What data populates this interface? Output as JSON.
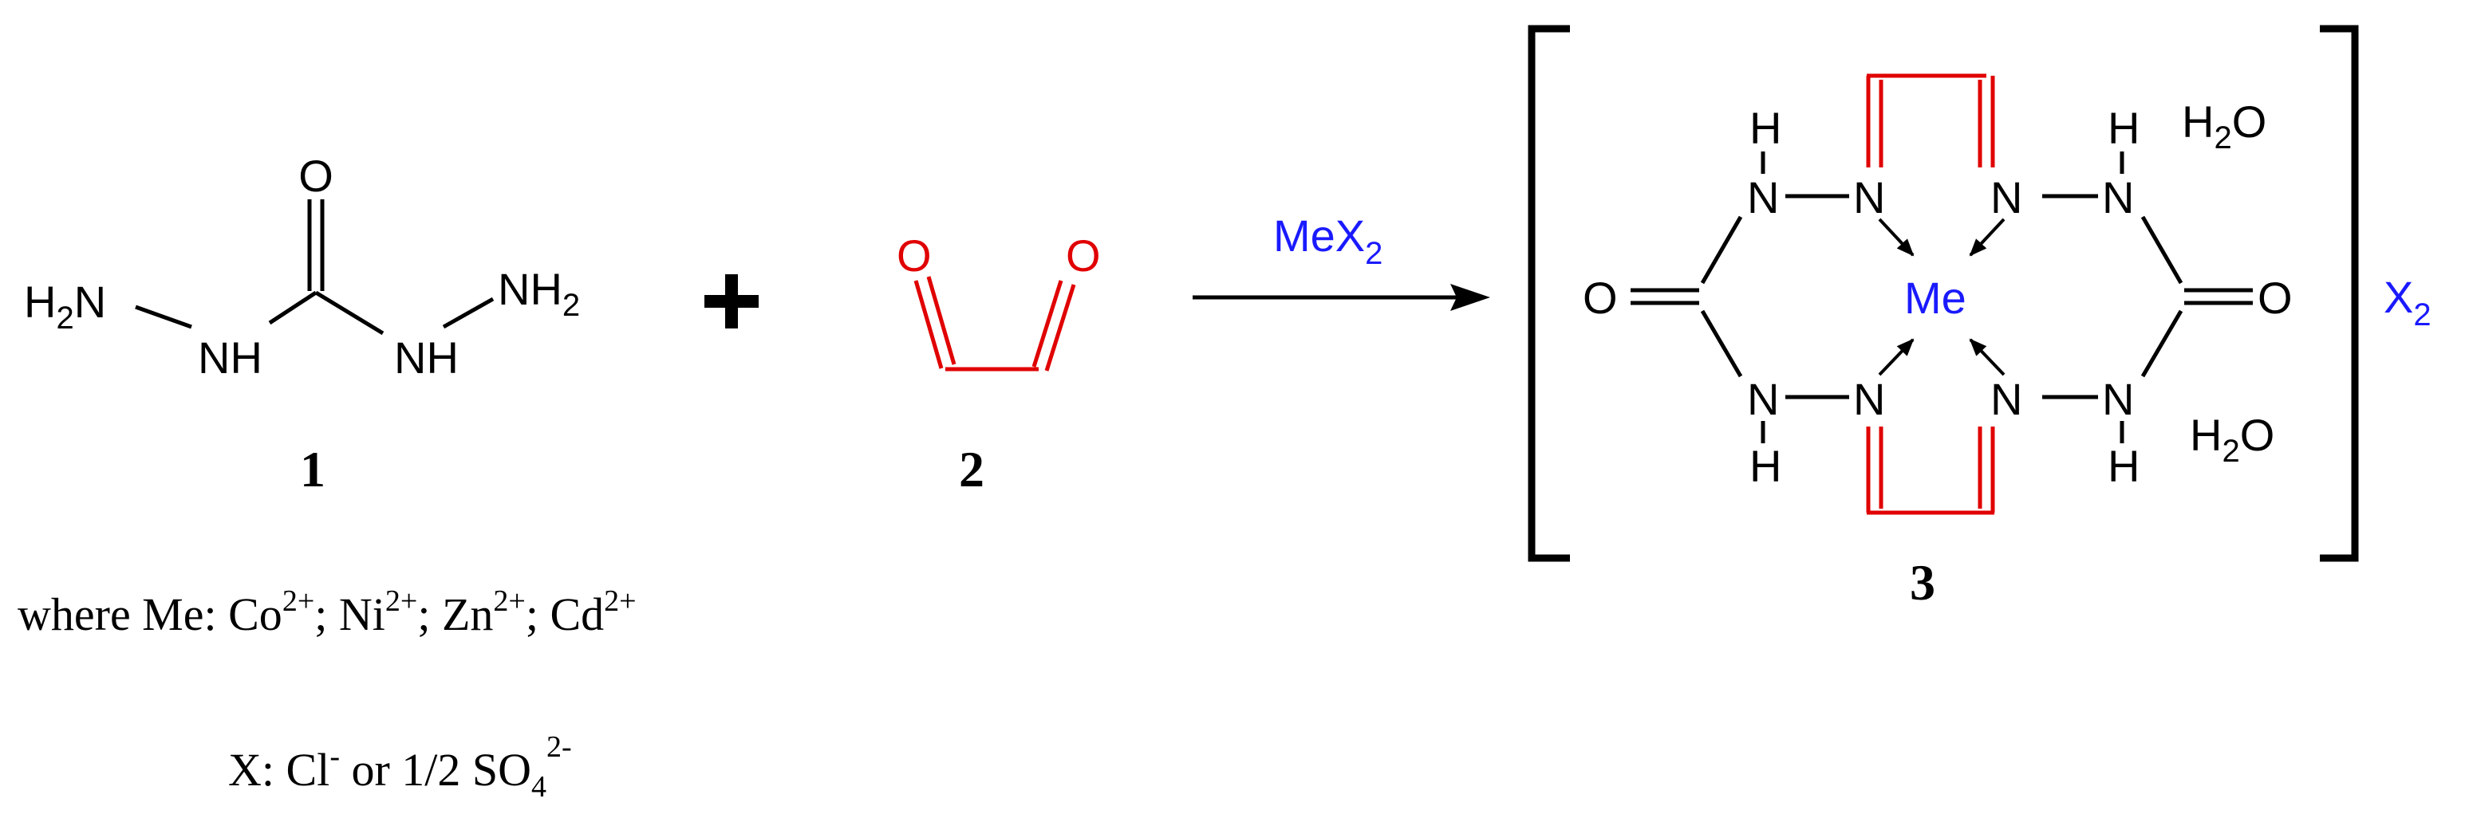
{
  "colors": {
    "black": "#000000",
    "red": "#e00000",
    "blue": "#1a1aff"
  },
  "reactant1": {
    "label": "1",
    "atom_O": "O",
    "atom_H2N_left_main": "H",
    "atom_H2N_left_sub": "2",
    "atom_H2N_left_tail": "N",
    "atom_NH_left": "NH",
    "atom_NH_right": "NH",
    "atom_NH2_right_main": "NH",
    "atom_NH2_right_sub": "2"
  },
  "plus": "+",
  "reactant2": {
    "label": "2",
    "atom_O_left": "O",
    "atom_O_right": "O"
  },
  "reagent": {
    "main": "MeX",
    "sub": "2"
  },
  "product": {
    "label": "3",
    "metal": "Me",
    "atom_N": "N",
    "atom_H": "H",
    "atom_O": "O",
    "water_main": "H",
    "water_sub": "2",
    "water_tail": "O",
    "counter_main": "X",
    "counter_sub": "2"
  },
  "notes": {
    "line1": {
      "prefix": "where Me: ",
      "co": "Co",
      "co_charge": "2+",
      "sep1": "; ",
      "ni": "Ni",
      "ni_charge": "2+",
      "sep2": "; ",
      "zn": "Zn",
      "zn_charge": "2+",
      "sep3": "; ",
      "cd": "Cd",
      "cd_charge": "2+"
    },
    "line2": {
      "prefix": "X: Cl",
      "cl_charge": "-",
      "middle": " or 1/2 SO",
      "so_sub": "4",
      "so_charge": "2-"
    }
  }
}
